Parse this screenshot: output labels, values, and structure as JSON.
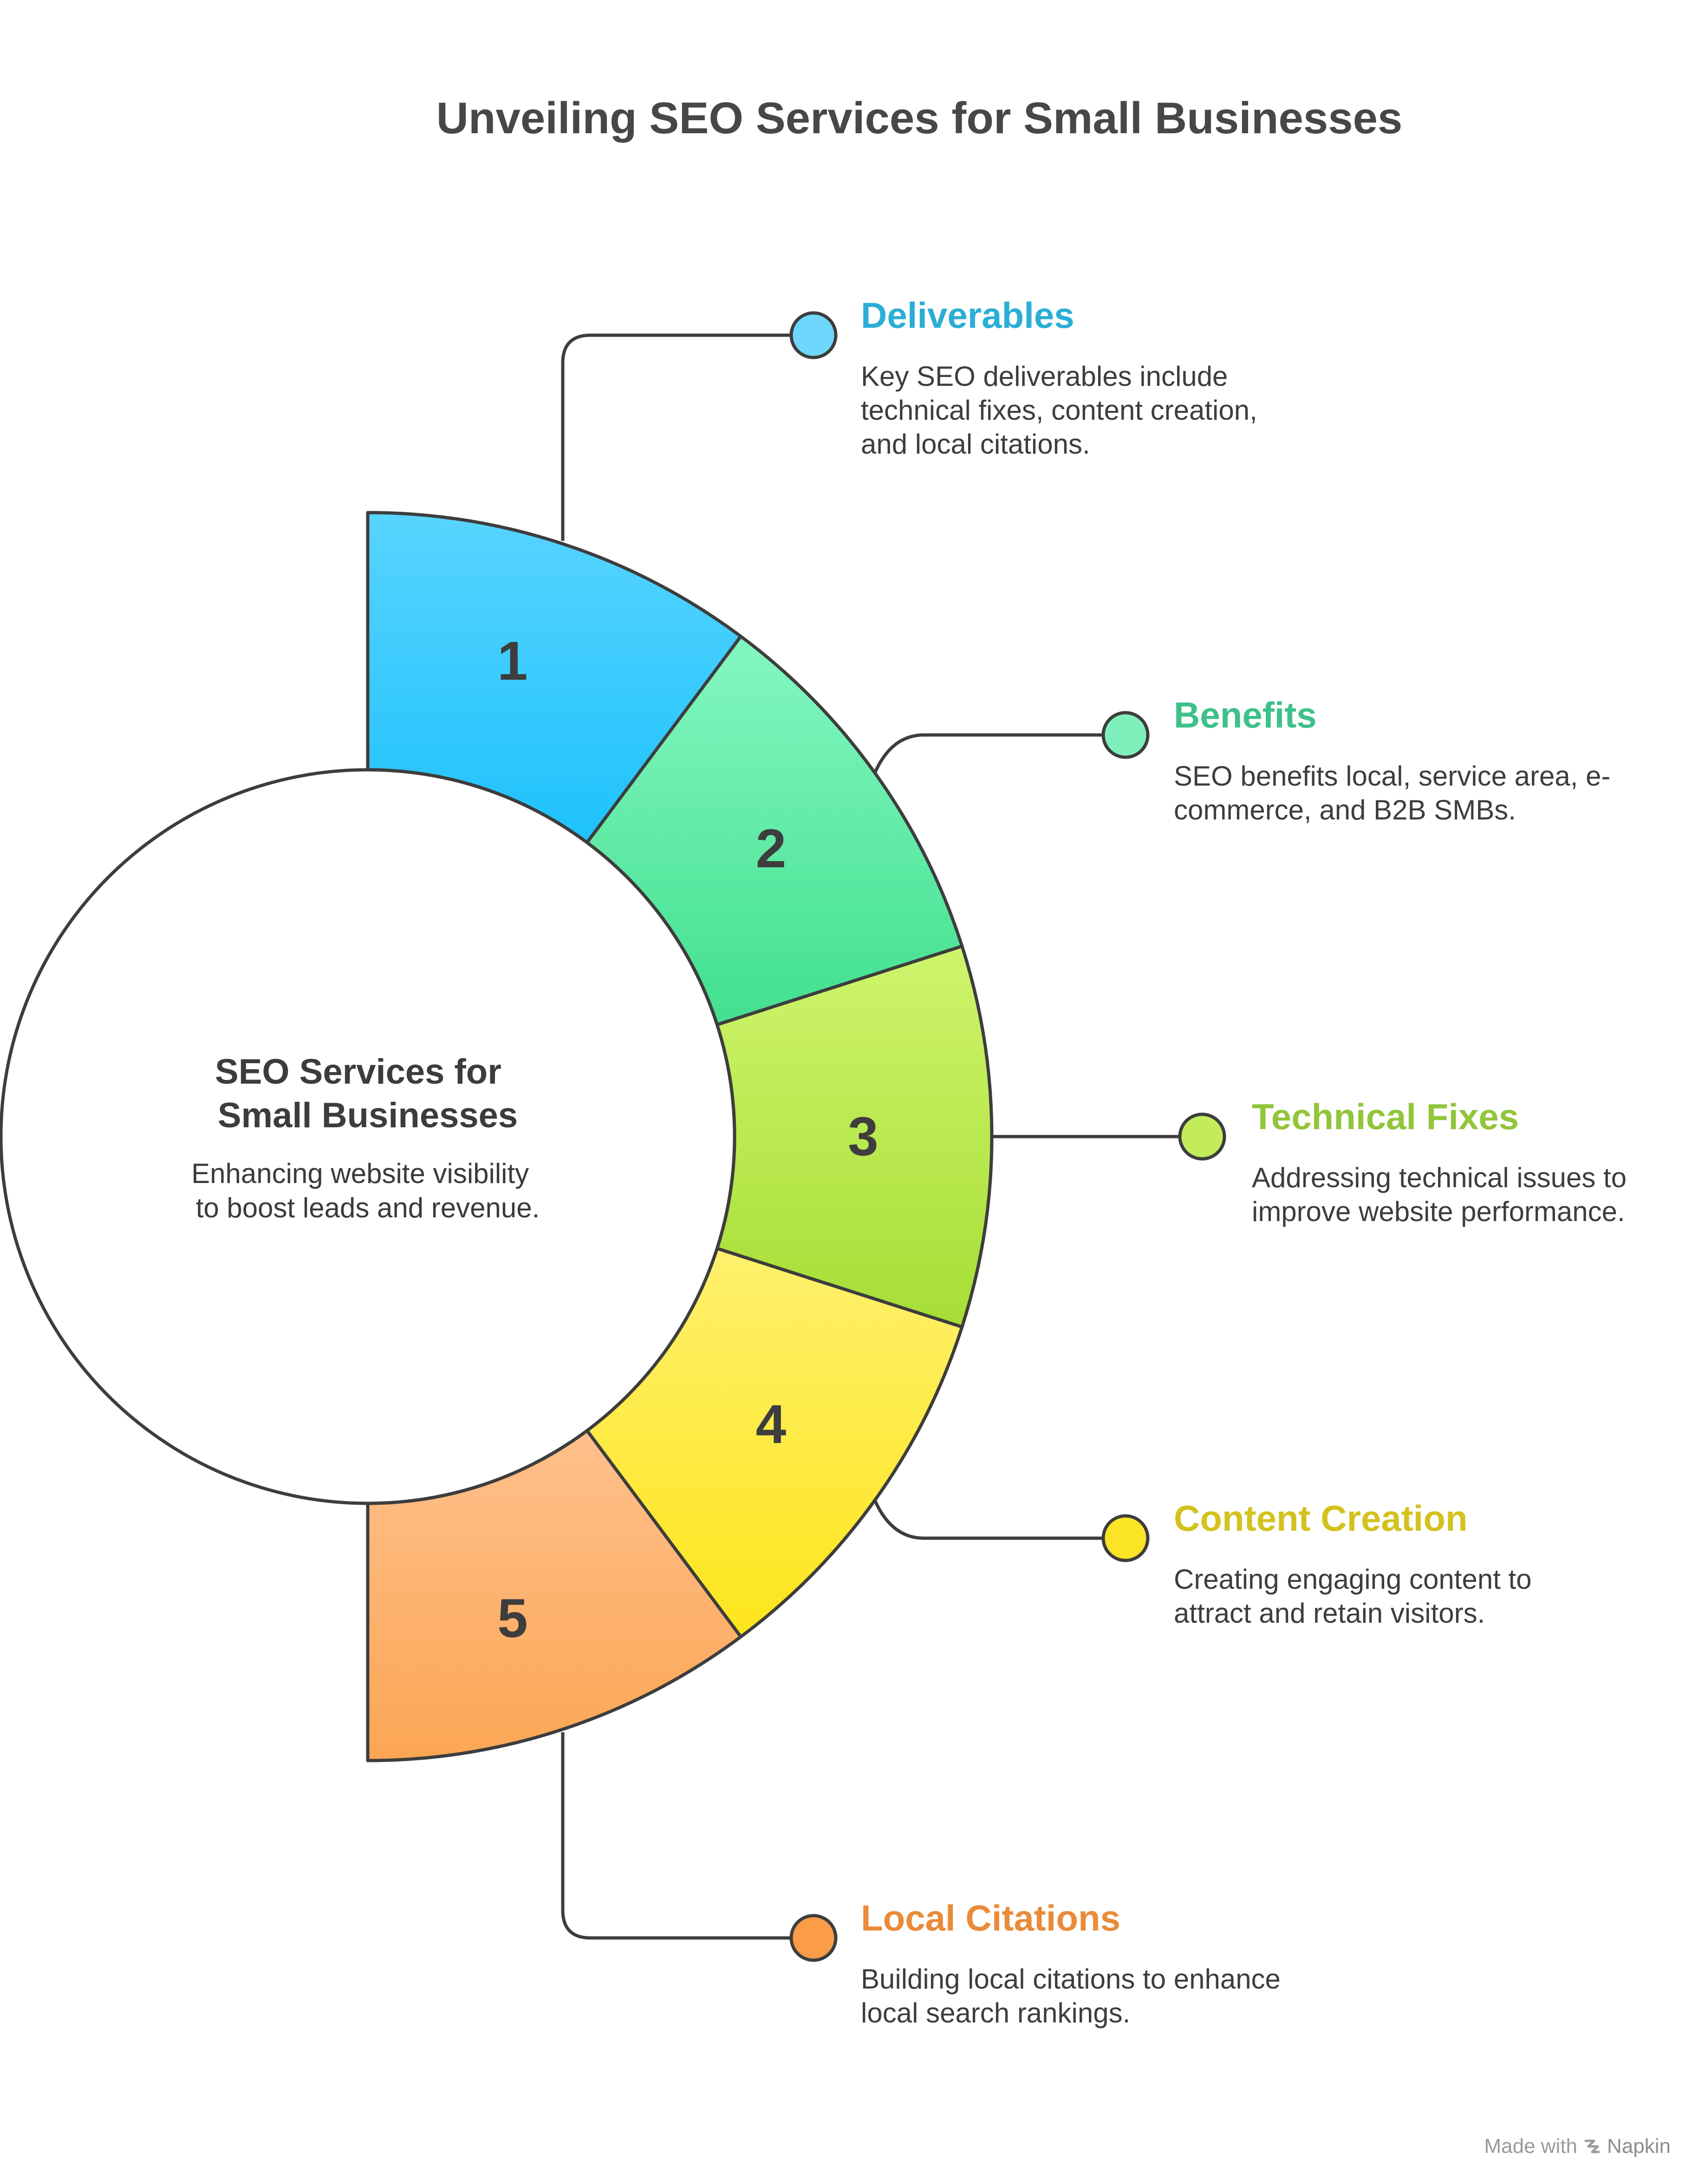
{
  "title": "Unveiling SEO Services for Small Businesses",
  "center": {
    "title_lines": [
      "SEO Services for",
      "Small Businesses"
    ],
    "desc_lines": [
      "Enhancing website visibility",
      "to boost leads and revenue."
    ]
  },
  "segments": [
    {
      "number": "1",
      "color_top": "#58d4ff",
      "color_bottom": "#1ec2fc"
    },
    {
      "number": "2",
      "color_top": "#84f7c1",
      "color_bottom": "#42e08f"
    },
    {
      "number": "3",
      "color_top": "#cff46d",
      "color_bottom": "#a6de35"
    },
    {
      "number": "4",
      "color_top": "#fff06e",
      "color_bottom": "#fde51b"
    },
    {
      "number": "5",
      "color_top": "#fec08c",
      "color_bottom": "#fca654"
    }
  ],
  "items": [
    {
      "title": "Deliverables",
      "color": "#2aaed6",
      "dot": "#6fd7fc",
      "desc": "Key SEO deliverables include technical fixes, content creation, and local citations."
    },
    {
      "title": "Benefits",
      "color": "#3ec08a",
      "dot": "#7ff0bb",
      "desc": "SEO benefits local, service area, e-commerce, and B2B SMBs."
    },
    {
      "title": "Technical Fixes",
      "color": "#92c53a",
      "dot": "#c3ec5d",
      "desc": "Addressing technical issues to improve website performance."
    },
    {
      "title": "Content Creation",
      "color": "#d3c21e",
      "dot": "#fbe425",
      "desc": "Creating engaging content to attract and retain visitors."
    },
    {
      "title": "Local Citations",
      "color": "#e98b39",
      "dot": "#fa9c48",
      "desc": "Building local citations to enhance local search rankings."
    }
  ],
  "footer": {
    "made_with": "Made with",
    "brand": "Napkin",
    "logo_icon": "napkin-logo-icon"
  }
}
